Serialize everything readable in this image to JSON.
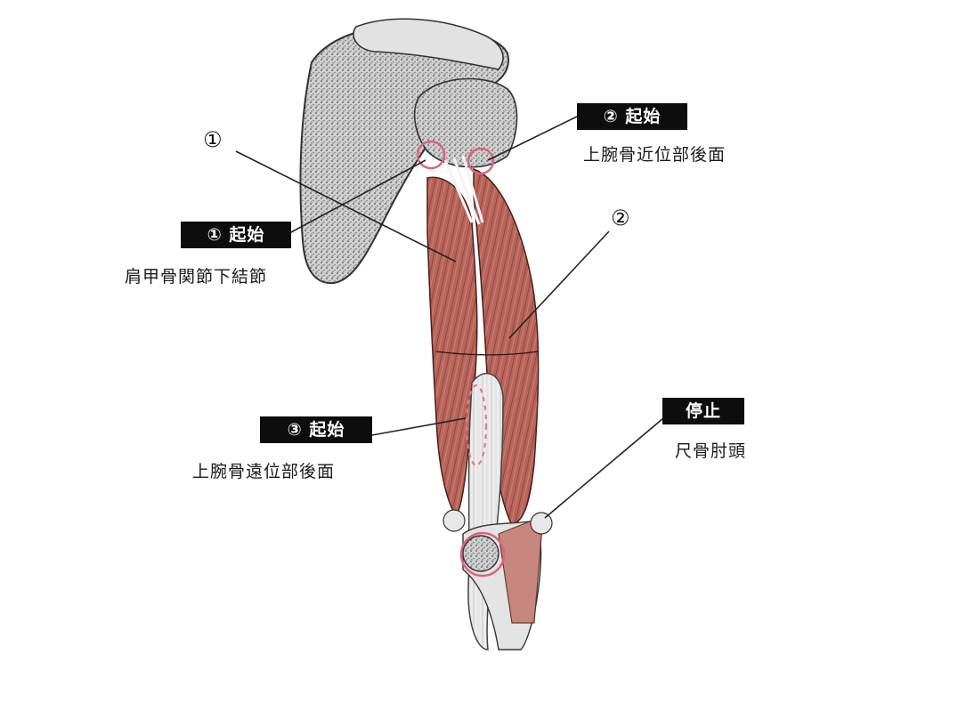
{
  "origins": [
    {
      "tag": "① 起始",
      "caption": "肩甲骨関節下結節"
    },
    {
      "tag": "② 起始",
      "caption": "上腕骨近位部後面"
    },
    {
      "tag": "③ 起始",
      "caption": "上腕骨遠位部後面"
    }
  ],
  "insertion": {
    "tag": "停止",
    "caption": "尺骨肘頭"
  },
  "markers": [
    "①",
    "②"
  ],
  "colors": {
    "muscle": "#b7645a",
    "bone": "#e6e6e6",
    "highlight_circle": "#d9637c",
    "tag_bg": "#0d0d0d"
  }
}
